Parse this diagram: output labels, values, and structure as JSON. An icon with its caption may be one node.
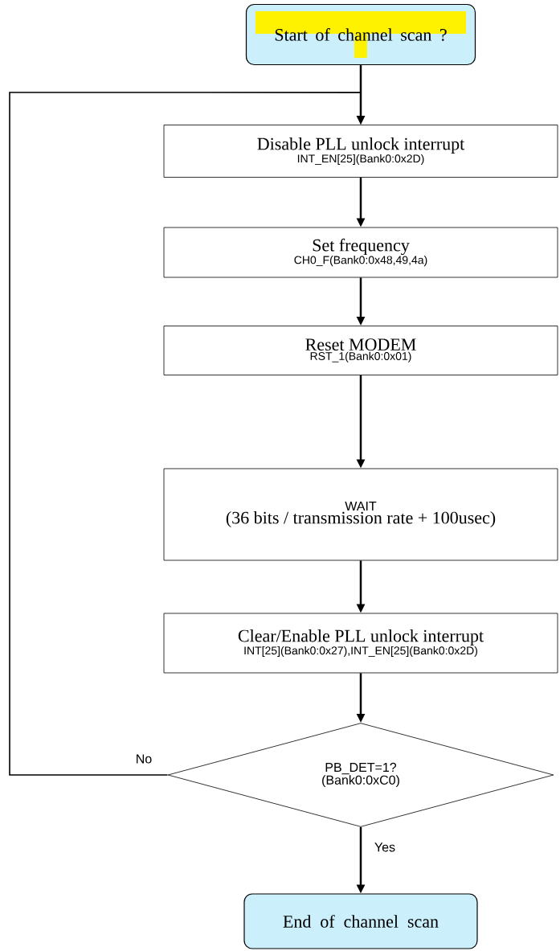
{
  "diagram": {
    "nodes": [
      {
        "text": [
          "Start of channel scan ?"
        ]
      },
      {
        "text": [
          "Disable PLL unlock interrupt",
          "INT_EN[25](Bank0:0x2D)"
        ]
      },
      {
        "text": [
          "Set frequency",
          "CH0_F(Bank0:0x48,49,4a)"
        ]
      },
      {
        "text": [
          "Reset MODEM",
          "RST_1(Bank0:0x01)"
        ]
      },
      {
        "text": [
          "WAIT",
          "(36 bits / transmission rate + 100usec)"
        ]
      },
      {
        "text": [
          "Clear/Enable PLL unlock interrupt",
          "INT[25](Bank0:0x27),INT_EN[25](Bank0:0x2D)"
        ]
      },
      {
        "text": [
          "PB_DET=1?",
          "(Bank0:0xC0)"
        ]
      },
      {
        "text": [
          "End of channel scan"
        ]
      }
    ],
    "edges": [
      {
        "from": 0,
        "to": 1,
        "arrow": "to"
      },
      {
        "from": 1,
        "to": 2,
        "arrow": "to"
      },
      {
        "from": 2,
        "to": 3,
        "arrow": "to"
      },
      {
        "from": 3,
        "to": 4,
        "arrow": "to"
      },
      {
        "from": 4,
        "to": 5,
        "arrow": "to"
      },
      {
        "from": 5,
        "to": 6,
        "arrow": "to"
      },
      {
        "from": 6,
        "to": 7,
        "arrow": "to",
        "label": "Yes"
      },
      {
        "from": 6,
        "to": 1,
        "arrow": "to",
        "label": "No"
      }
    ]
  }
}
